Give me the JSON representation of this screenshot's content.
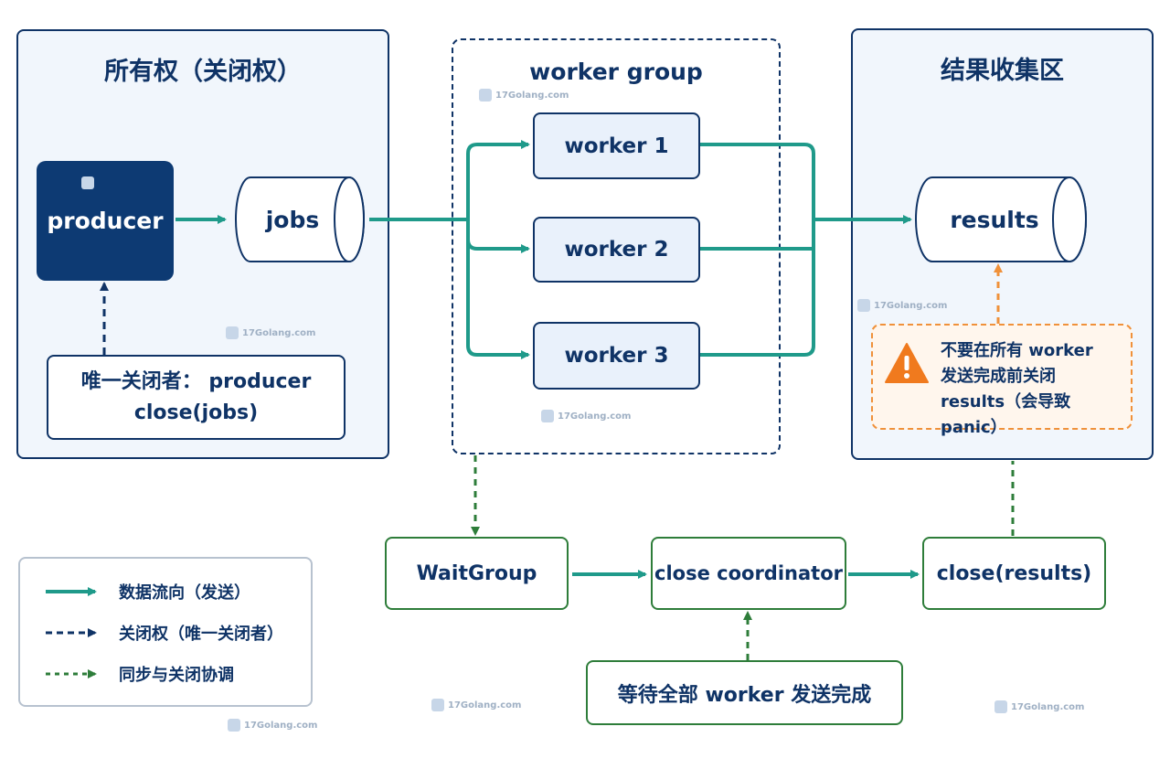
{
  "panels": {
    "ownership_title": "所有权（关闭权）",
    "worker_group_title": "worker group",
    "results_title": "结果收集区"
  },
  "nodes": {
    "producer": "producer",
    "jobs": "jobs",
    "worker1": "worker 1",
    "worker2": "worker 2",
    "worker3": "worker 3",
    "results": "results",
    "closer_note_line1": "唯一关闭者： producer",
    "closer_note_line2": "close(jobs)",
    "waitgroup": "WaitGroup",
    "close_coordinator": "close coordinator",
    "close_results": "close(results)",
    "wait_all": "等待全部 worker 发送完成"
  },
  "warning": {
    "line1": "不要在所有 worker",
    "line2": "发送完成前关闭",
    "line3": "results（会导致 panic）"
  },
  "legend": {
    "data_flow": "数据流向（发送）",
    "close_right": "关闭权（唯一关闭者）",
    "sync": "同步与关闭协调"
  },
  "watermark": "17Golang.com",
  "colors": {
    "navy": "#0f3366",
    "teal": "#1f9a8a",
    "green": "#2e7d3a",
    "orange": "#f0913a"
  }
}
